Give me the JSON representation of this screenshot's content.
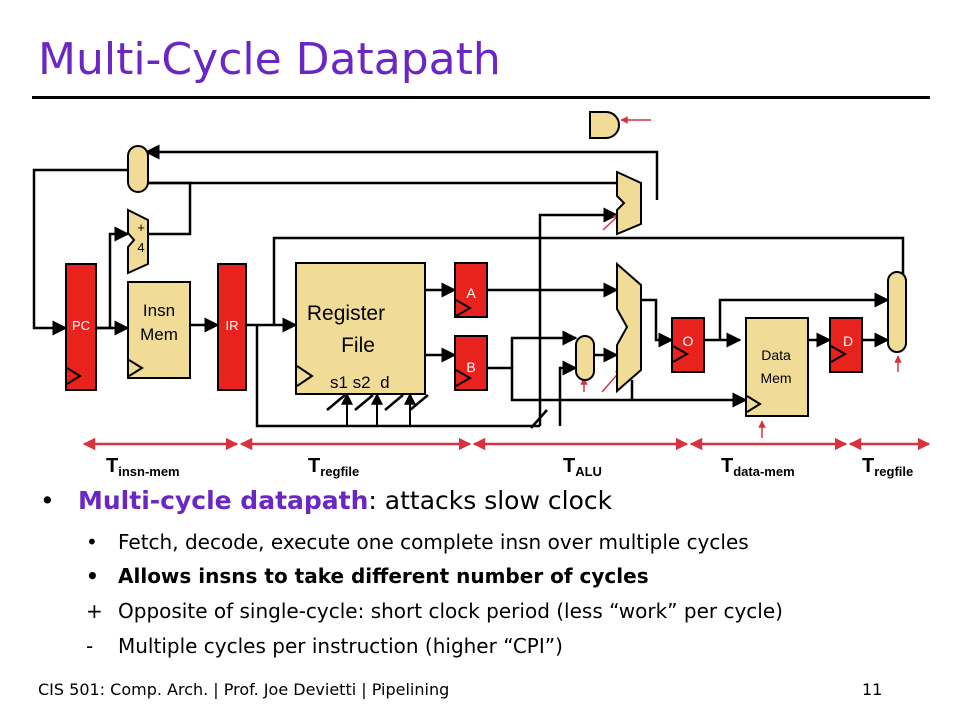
{
  "title": "Multi-Cycle Datapath",
  "diagram": {
    "plus4_plus": "+",
    "plus4_four": "4",
    "pc": "PC",
    "insn_mem_line1": "Insn",
    "insn_mem_line2": "Mem",
    "ir": "IR",
    "regfile_line1": "Register",
    "regfile_line2": "File",
    "regfile_ports": "s1 s2  d",
    "latch_a": "A",
    "latch_b": "B",
    "latch_o": "O",
    "data_mem_line1": "Data",
    "data_mem_line2": "Mem",
    "latch_d": "D",
    "colors": {
      "register_red": "#e8231d",
      "component_tan": "#f0dc96",
      "arrow_red": "#d6333f"
    },
    "timings": [
      {
        "T": "T",
        "sub": "insn-mem"
      },
      {
        "T": "T",
        "sub": "regfile"
      },
      {
        "T": "T",
        "sub": "ALU"
      },
      {
        "T": "T",
        "sub": "data-mem"
      },
      {
        "T": "T",
        "sub": "regfile"
      }
    ]
  },
  "bullets": {
    "main_marker": "•",
    "main_highlight": "Multi-cycle datapath",
    "main_rest": ": attacks slow clock",
    "sub": [
      {
        "marker": "•",
        "text": "Fetch, decode, execute one complete insn over multiple cycles"
      },
      {
        "marker": "•",
        "text": "Allows insns to take different number of cycles"
      },
      {
        "marker": "+",
        "text": "Opposite of single-cycle: short clock period (less “work” per cycle)"
      },
      {
        "marker": "-",
        "text": "Multiple cycles per instruction (higher “CPI”)"
      }
    ]
  },
  "footer": {
    "left": "CIS 501: Comp. Arch.  |  Prof. Joe Devietti  |  Pipelining",
    "page": "11"
  }
}
